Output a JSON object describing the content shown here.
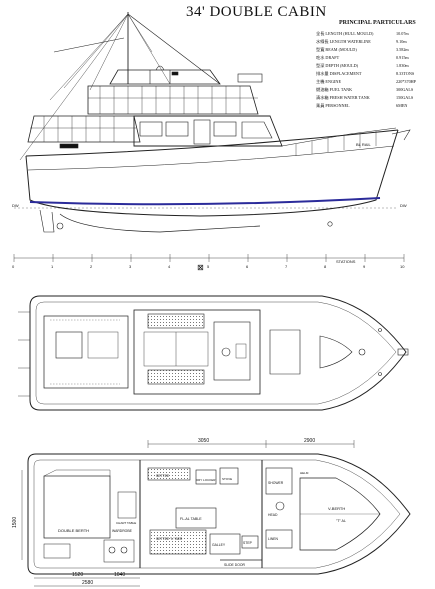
{
  "title": "34' DOUBLE CABIN",
  "particulars": {
    "heading": "PRINCIPAL PARTICULARS",
    "rows": [
      {
        "label": "全長 LENGTH (HULL MOULD)",
        "value": "10.07m"
      },
      {
        "label": "水線長 LENGTH WATERLINE",
        "value": "9.10m"
      },
      {
        "label": "型寬 BEAM (MOULD)",
        "value": "3.582m"
      },
      {
        "label": "吃水 DRAFT",
        "value": "0.915m"
      },
      {
        "label": "型深 DEPTH (MOULD)",
        "value": "1.830m"
      },
      {
        "label": "排水量 DISPLACEMENT",
        "value": "8.33TONS"
      },
      {
        "label": "主機 ENGINE",
        "value": "220*370HP"
      },
      {
        "label": "燃油箱 FUEL TANK",
        "value": "300GALS"
      },
      {
        "label": "清水箱 FRESH WATER TANK",
        "value": "150GALS"
      },
      {
        "label": "乘員 PERSONNEL",
        "value": "6MEN"
      }
    ]
  },
  "profile": {
    "wl_left": "DW",
    "wl_right": "DW",
    "stations": [
      "0",
      "1",
      "2",
      "3",
      "4",
      "5",
      "6",
      "7",
      "8",
      "9",
      "10"
    ],
    "station_scale_label": "STATIONS",
    "midship_mark": "⊠",
    "rail_note": "BL RAIL"
  },
  "plan": {
    "dim_top_left": "3050",
    "dim_top_right": "2900",
    "dim_left_vertical": "1500",
    "dim_bottom_1": "1520",
    "dim_bottom_2": "1040",
    "dim_bottom_total": "2580",
    "rooms": {
      "double_berth": "DOUBLE BERTH",
      "v_berth": "V-BERTH",
      "table": "\"T\" AL",
      "fl_table": "FL-AL TABLE",
      "settee_top": "SETTEE",
      "settee_bottom": "SETTEE \"L\" BER",
      "dry_locker": "DRY LOCKER",
      "galley": "GALLEY",
      "stove": "STOVE",
      "step": "STEP",
      "shower": "SHOWER",
      "head": "HEAD",
      "slide_door": "SLIDE DOOR",
      "chart_table": "CHART TABLE",
      "wardrobe": "WARDROBE",
      "helm": "HELM",
      "linen": "LINEN"
    }
  }
}
